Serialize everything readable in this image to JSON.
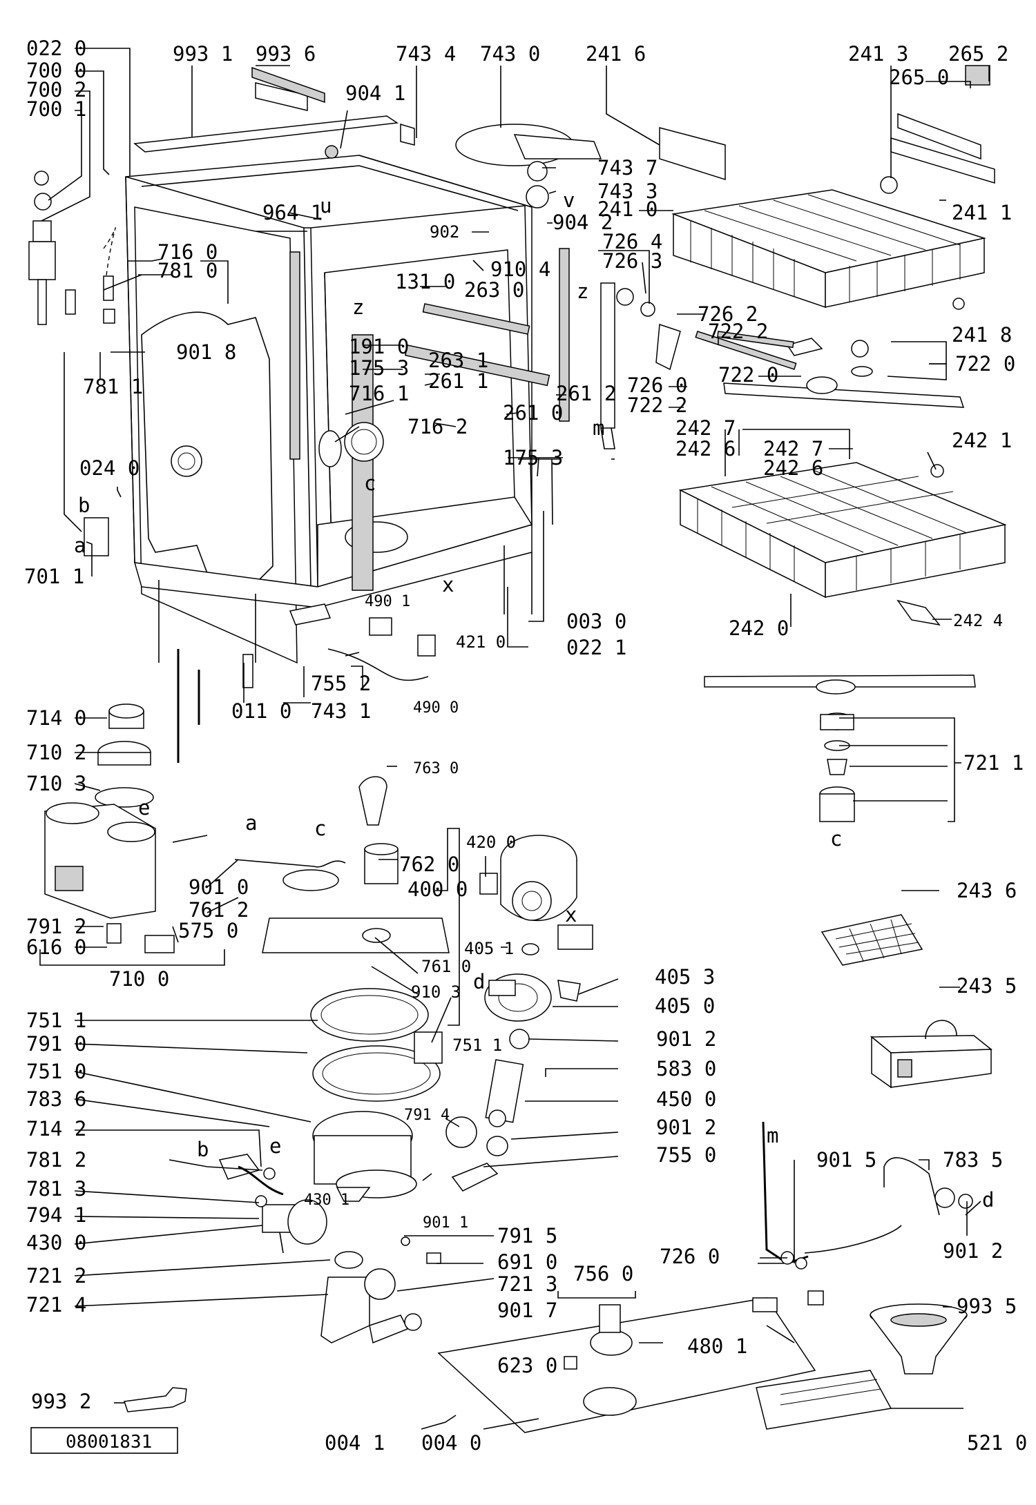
{
  "diagram": {
    "labels": [
      {
        "id": "l-0220",
        "text": "022 0"
      },
      {
        "id": "l-7000",
        "text": "700 0"
      },
      {
        "id": "l-7002",
        "text": "700 2"
      },
      {
        "id": "l-7001",
        "text": "700 1"
      },
      {
        "id": "l-9931",
        "text": "993 1"
      },
      {
        "id": "l-9936",
        "text": "993 6"
      },
      {
        "id": "l-7434",
        "text": "743 4"
      },
      {
        "id": "l-7430",
        "text": "743 0"
      },
      {
        "id": "l-2416",
        "text": "241 6"
      },
      {
        "id": "l-2413",
        "text": "241 3"
      },
      {
        "id": "l-2652",
        "text": "265 2"
      },
      {
        "id": "l-2650",
        "text": "265 0"
      },
      {
        "id": "l-9041",
        "text": "904 1"
      },
      {
        "id": "l-7437",
        "text": "743 7"
      },
      {
        "id": "l-7433",
        "text": "743 3"
      },
      {
        "id": "l-2410",
        "text": "241 0"
      },
      {
        "id": "l-2411",
        "text": "241 1"
      },
      {
        "id": "l-9641",
        "text": "964 1"
      },
      {
        "id": "l-902",
        "text": "902"
      },
      {
        "id": "l-9042",
        "text": "904 2"
      },
      {
        "id": "l-7264",
        "text": "726 4"
      },
      {
        "id": "l-7263",
        "text": "726 3"
      },
      {
        "id": "l-9104",
        "text": "910 4"
      },
      {
        "id": "l-7160",
        "text": "716 0"
      },
      {
        "id": "l-7810",
        "text": "781 0"
      },
      {
        "id": "l-1310",
        "text": "131 0"
      },
      {
        "id": "l-2630",
        "text": "263 0"
      },
      {
        "id": "l-7262",
        "text": "726 2"
      },
      {
        "id": "l-7222a",
        "text": "722 2"
      },
      {
        "id": "l-2418",
        "text": "241 8"
      },
      {
        "id": "l-7220a",
        "text": "722 0"
      },
      {
        "id": "l-7220b",
        "text": "722 0"
      },
      {
        "id": "l-9018",
        "text": "901 8"
      },
      {
        "id": "l-1910",
        "text": "191 0"
      },
      {
        "id": "l-1753a",
        "text": "175 3"
      },
      {
        "id": "l-2631",
        "text": "263 1"
      },
      {
        "id": "l-2611",
        "text": "261 1"
      },
      {
        "id": "l-2612",
        "text": "261 2"
      },
      {
        "id": "l-7260a",
        "text": "726 0"
      },
      {
        "id": "l-7222b",
        "text": "722 2"
      },
      {
        "id": "l-7811",
        "text": "781 1"
      },
      {
        "id": "l-7161",
        "text": "716 1"
      },
      {
        "id": "l-2610",
        "text": "261 0"
      },
      {
        "id": "l-7162",
        "text": "716 2"
      },
      {
        "id": "l-2427a",
        "text": "242 7"
      },
      {
        "id": "l-2421",
        "text": "242 1"
      },
      {
        "id": "l-2426a",
        "text": "242 6"
      },
      {
        "id": "l-2427b",
        "text": "242 7"
      },
      {
        "id": "l-2426b",
        "text": "242 6"
      },
      {
        "id": "l-1753b",
        "text": "175 3"
      },
      {
        "id": "l-0240",
        "text": "024 0"
      },
      {
        "id": "l-7011",
        "text": "701 1"
      },
      {
        "id": "l-4901a",
        "text": "490 1"
      },
      {
        "id": "l-4210",
        "text": "421 0"
      },
      {
        "id": "l-0030",
        "text": "003 0"
      },
      {
        "id": "l-0221",
        "text": "022 1"
      },
      {
        "id": "l-2420",
        "text": "242 0"
      },
      {
        "id": "l-2424",
        "text": "242 4"
      },
      {
        "id": "l-7552",
        "text": "755 2"
      },
      {
        "id": "l-7431",
        "text": "743 1"
      },
      {
        "id": "l-0110",
        "text": "011 0"
      },
      {
        "id": "l-4900",
        "text": "490 0"
      },
      {
        "id": "l-7140",
        "text": "714 0"
      },
      {
        "id": "l-7102",
        "text": "710 2"
      },
      {
        "id": "l-7103",
        "text": "710 3"
      },
      {
        "id": "l-7211",
        "text": "721 1"
      },
      {
        "id": "l-7630",
        "text": "763 0"
      },
      {
        "id": "l-4200",
        "text": "420 0"
      },
      {
        "id": "l-7620",
        "text": "762 0"
      },
      {
        "id": "l-4000",
        "text": "400 0"
      },
      {
        "id": "l-9010",
        "text": "901 0"
      },
      {
        "id": "l-7612",
        "text": "761 2"
      },
      {
        "id": "l-2436",
        "text": "243 6"
      },
      {
        "id": "l-7912",
        "text": "791 2"
      },
      {
        "id": "l-5750",
        "text": "575 0"
      },
      {
        "id": "l-6160",
        "text": "616 0"
      },
      {
        "id": "l-4051",
        "text": "405 1"
      },
      {
        "id": "l-7100",
        "text": "710 0"
      },
      {
        "id": "l-7610",
        "text": "761 0"
      },
      {
        "id": "l-9103",
        "text": "910 3"
      },
      {
        "id": "l-4053",
        "text": "405 3"
      },
      {
        "id": "l-2435",
        "text": "243 5"
      },
      {
        "id": "l-4050",
        "text": "405 0"
      },
      {
        "id": "l-7511",
        "text": "751 1"
      },
      {
        "id": "l-7511b",
        "text": "751 1"
      },
      {
        "id": "l-9012a",
        "text": "901 2"
      },
      {
        "id": "l-7910",
        "text": "791 0"
      },
      {
        "id": "l-5830",
        "text": "583 0"
      },
      {
        "id": "l-7510",
        "text": "751 0"
      },
      {
        "id": "l-4500",
        "text": "450 0"
      },
      {
        "id": "l-7836",
        "text": "783 6"
      },
      {
        "id": "l-7914",
        "text": "791 4"
      },
      {
        "id": "l-9012b",
        "text": "901 2"
      },
      {
        "id": "l-7142",
        "text": "714 2"
      },
      {
        "id": "l-7550",
        "text": "755 0"
      },
      {
        "id": "l-7812",
        "text": "781 2"
      },
      {
        "id": "l-9015",
        "text": "901 5"
      },
      {
        "id": "l-7835",
        "text": "783 5"
      },
      {
        "id": "l-7813",
        "text": "781 3"
      },
      {
        "id": "l-4301",
        "text": "430 1"
      },
      {
        "id": "l-7941",
        "text": "794 1"
      },
      {
        "id": "l-9011",
        "text": "901 1"
      },
      {
        "id": "l-7915",
        "text": "791 5"
      },
      {
        "id": "l-9012c",
        "text": "901 2"
      },
      {
        "id": "l-4300",
        "text": "430 0"
      },
      {
        "id": "l-6910",
        "text": "691 0"
      },
      {
        "id": "l-7260b",
        "text": "726 0"
      },
      {
        "id": "l-7212",
        "text": "721 2"
      },
      {
        "id": "l-7213",
        "text": "721 3"
      },
      {
        "id": "l-7560",
        "text": "756 0"
      },
      {
        "id": "l-7214",
        "text": "721 4"
      },
      {
        "id": "l-9017",
        "text": "901 7"
      },
      {
        "id": "l-4801",
        "text": "480 1"
      },
      {
        "id": "l-9935",
        "text": "993 5"
      },
      {
        "id": "l-6230",
        "text": "623 0"
      },
      {
        "id": "l-9932",
        "text": "993 2"
      },
      {
        "id": "l-0041",
        "text": "004 1"
      },
      {
        "id": "l-0040",
        "text": "004 0"
      },
      {
        "id": "l-5210",
        "text": "521 0"
      }
    ],
    "letters": [
      {
        "id": "k-a1",
        "text": "a"
      },
      {
        "id": "k-b1",
        "text": "b"
      },
      {
        "id": "k-c1",
        "text": "c"
      },
      {
        "id": "k-x1",
        "text": "x"
      },
      {
        "id": "k-z1",
        "text": "z"
      },
      {
        "id": "k-z2",
        "text": "z"
      },
      {
        "id": "k-u",
        "text": "u"
      },
      {
        "id": "k-v",
        "text": "v"
      },
      {
        "id": "k-m1",
        "text": "m"
      },
      {
        "id": "k-a2",
        "text": "a"
      },
      {
        "id": "k-e1",
        "text": "e"
      },
      {
        "id": "k-c2",
        "text": "c"
      },
      {
        "id": "k-c3",
        "text": "c"
      },
      {
        "id": "k-x2",
        "text": "x"
      },
      {
        "id": "k-d1",
        "text": "d"
      },
      {
        "id": "k-b2",
        "text": "b"
      },
      {
        "id": "k-e2",
        "text": "e"
      },
      {
        "id": "k-m2",
        "text": "m"
      },
      {
        "id": "k-d2",
        "text": "d"
      }
    ],
    "drawing_code": "08001831"
  }
}
